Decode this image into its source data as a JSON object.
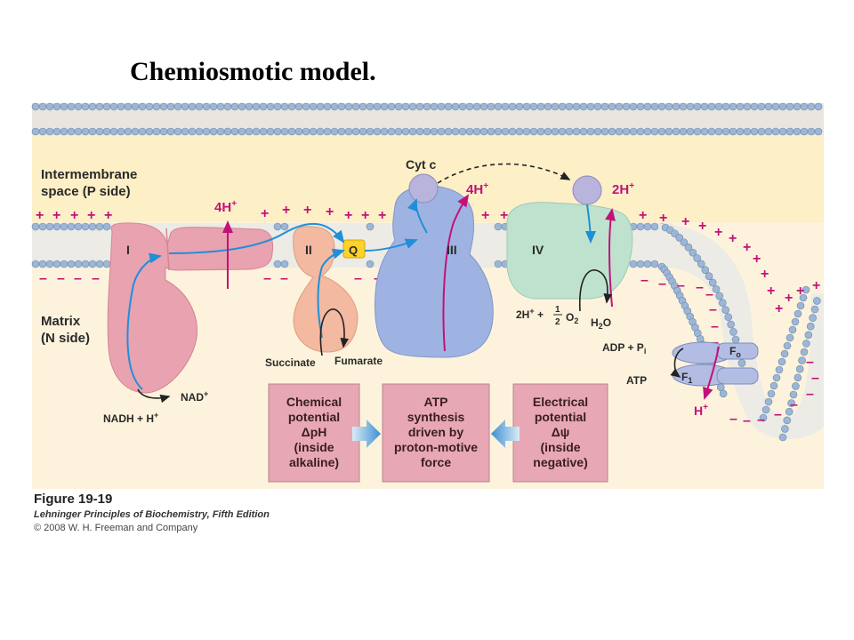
{
  "title": "Chemiosmotic model.",
  "labels": {
    "intermembrane_1": "Intermembrane",
    "intermembrane_2": "space (P side)",
    "matrix_1": "Matrix",
    "matrix_2": "(N side)",
    "complex_I": "I",
    "complex_II": "II",
    "complex_III": "III",
    "complex_IV": "IV",
    "Q": "Q",
    "cyt_c": "Cyt c",
    "h4_left": "4H",
    "h4_right": "4H",
    "h2": "2H",
    "plus_sup": "+",
    "nadh": "NADH + H",
    "nad": "NAD",
    "succinate": "Succinate",
    "fumarate": "Fumarate",
    "two_h": "2H",
    "one_half": "1",
    "two": "2",
    "o2": "O",
    "o2_sub": "2",
    "h2o_h": "H",
    "h2o_sub": "2",
    "h2o_o": "O",
    "adp_pi": "ADP + P",
    "pi_sub": "i",
    "atp": "ATP",
    "fo": "F",
    "fo_sub": "o",
    "f1": "F",
    "f1_sub": "1",
    "h_out": "H"
  },
  "boxes": {
    "chemical": [
      "Chemical",
      "potential",
      "ΔpH",
      "(inside",
      "alkaline)"
    ],
    "atp": [
      "ATP",
      "synthesis",
      "driven by",
      "proton-motive",
      "force"
    ],
    "electrical": [
      "Electrical",
      "potential",
      "Δψ",
      "(inside",
      "negative)"
    ]
  },
  "caption": {
    "figure": "Figure 19-19",
    "book": "Lehninger Principles of Biochemistry, Fifth Edition",
    "copyright": "© 2008 W. H. Freeman and Company"
  },
  "colors": {
    "intermembrane": "#fdefc6",
    "matrix": "#fdf3dc",
    "head": "#9bb6d6",
    "complex_I": "#e9a2b0",
    "complex_II": "#f3b9a1",
    "complex_III": "#9fb3e2",
    "complex_IV": "#bfe2cf",
    "proton": "#c2127a",
    "electron": "#1f8fd8",
    "box_fill": "#e8a7b4"
  }
}
